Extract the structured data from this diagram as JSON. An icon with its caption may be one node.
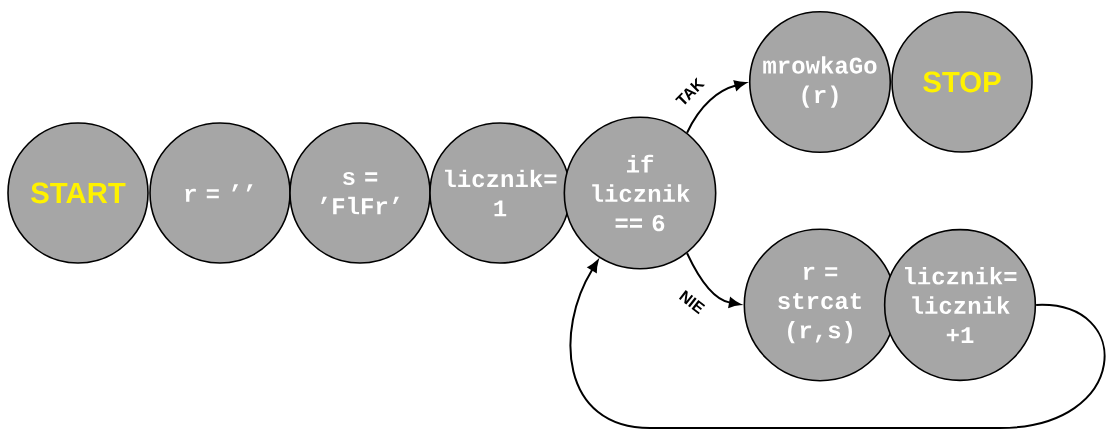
{
  "diagram": {
    "nodes": [
      {
        "text": [
          "START"
        ]
      },
      {
        "text": [
          "r = ’’"
        ]
      },
      {
        "text": [
          "s = ’FlFr’"
        ]
      },
      {
        "text": [
          "licznik= 1"
        ]
      },
      {
        "text": [
          "if licznik == 6"
        ]
      },
      {
        "text": [
          "mrowkaGo (r)"
        ]
      },
      {
        "text": [
          "STOP"
        ]
      },
      {
        "text": [
          "r = strcat (r,s)"
        ]
      },
      {
        "text": [
          "licznik= licznik +1"
        ]
      }
    ],
    "edges": [
      {
        "from": 4,
        "to": 5,
        "arrow": "to",
        "label": "TAK"
      },
      {
        "from": 4,
        "to": 7,
        "arrow": "to",
        "label": "NIE"
      },
      {
        "from": 8,
        "to": 4,
        "arrow": "to"
      }
    ]
  }
}
